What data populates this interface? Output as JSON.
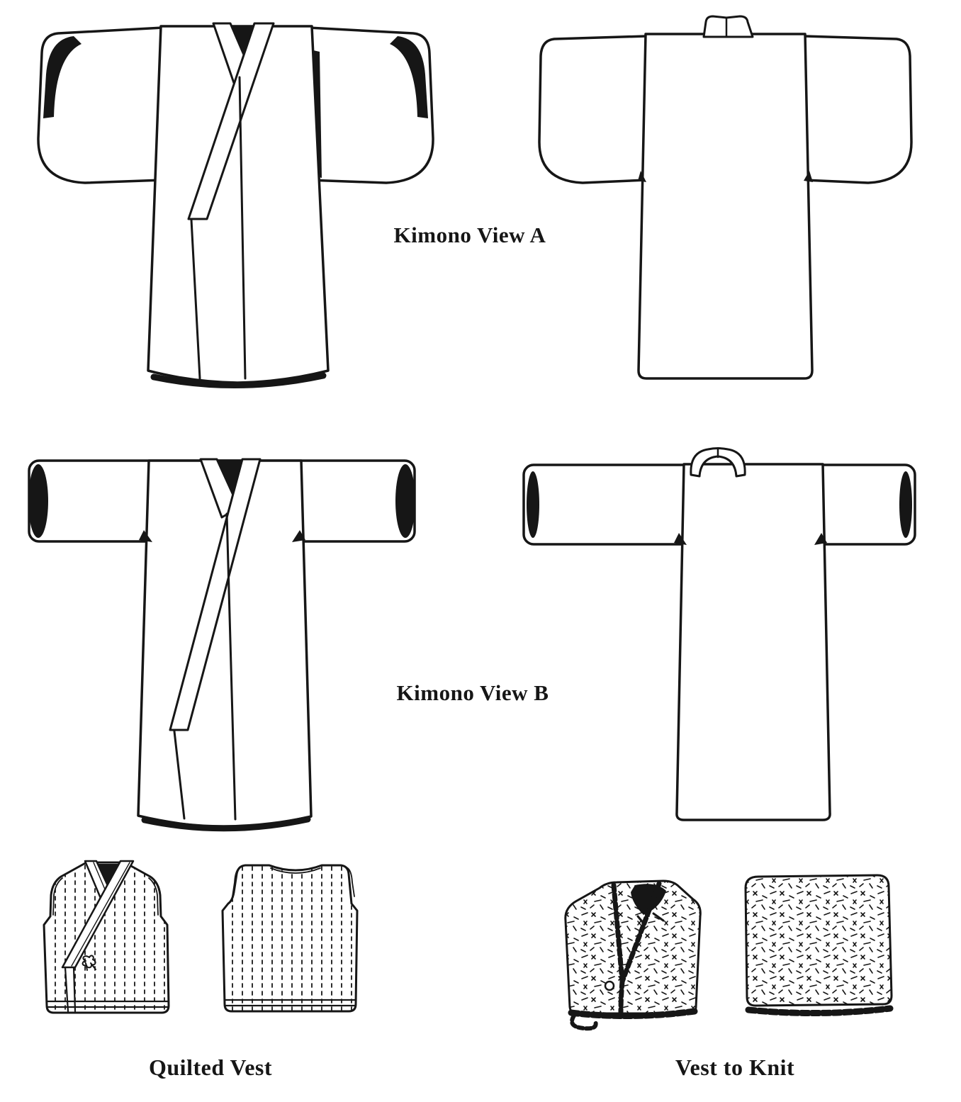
{
  "page": {
    "background": "#ffffff",
    "ink": "#161616",
    "description_labels_visible": 4
  },
  "figures": {
    "kimono_view_a": {
      "label": "Kimono View A"
    },
    "kimono_view_b": {
      "label": "Kimono View B"
    },
    "quilted_vest": {
      "label": "Quilted Vest"
    },
    "vest_to_knit": {
      "label": "Vest to Knit"
    }
  }
}
